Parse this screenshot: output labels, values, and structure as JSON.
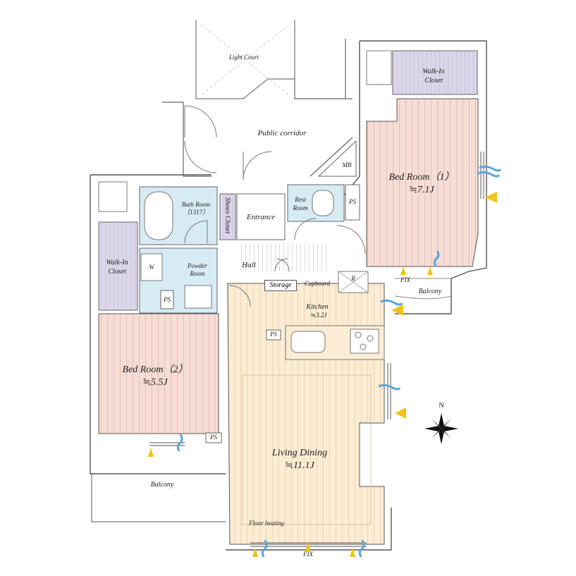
{
  "plan": {
    "light_court": "Light Court",
    "public_corridor": "Public corridor",
    "mb": "MB",
    "bedroom1": {
      "name": "Bed Room（1）",
      "size": "≒7.1J"
    },
    "walkin_closet_1": {
      "line1": "Walk-In",
      "line2": "Closet"
    },
    "bath": {
      "name": "Bath Room",
      "size": "（1317）"
    },
    "shoes_closet": "Shoes Closet",
    "entrance": "Entrance",
    "rest_room": {
      "line1": "Rest",
      "line2": "Room"
    },
    "ps": "PS",
    "walkin_closet_2": {
      "line1": "Walk-In",
      "line2": "Closet"
    },
    "w": "W",
    "powder_room": {
      "line1": "Powder",
      "line2": "Room"
    },
    "hall": "Hall",
    "storage": "Storage",
    "cupboard": "Cupboard",
    "r": "R",
    "kitchen": {
      "name": "Kitchen",
      "size": "≒3.2J"
    },
    "fix": "FIX",
    "balcony": "Balcony",
    "bedroom2": {
      "name": "Bed Room（2）",
      "size": "≒5.5J"
    },
    "living_dining": {
      "name": "Living Dining",
      "size": "≒11.1J"
    },
    "floor_heating": "Floor heating",
    "north": "N"
  },
  "colors": {
    "bedroom": "#f6ddd6",
    "living": "#fbecd4",
    "closet": "#dcd6ea",
    "wet": "#d7ebf5",
    "wall": "#555555",
    "aircon_blue": "#5aa6d8",
    "aircon_yellow": "#f2c31a"
  }
}
